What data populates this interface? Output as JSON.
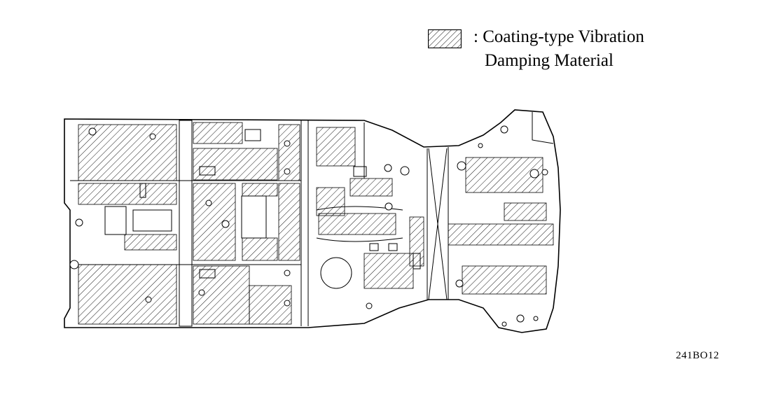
{
  "legend": {
    "swatch_name": "hatch-swatch",
    "separator": ":",
    "line1": "Coating-type Vibration",
    "line2": "Damping Material"
  },
  "figure_id": "241BO12",
  "colors": {
    "ink": "#000000",
    "paper": "#ffffff"
  }
}
